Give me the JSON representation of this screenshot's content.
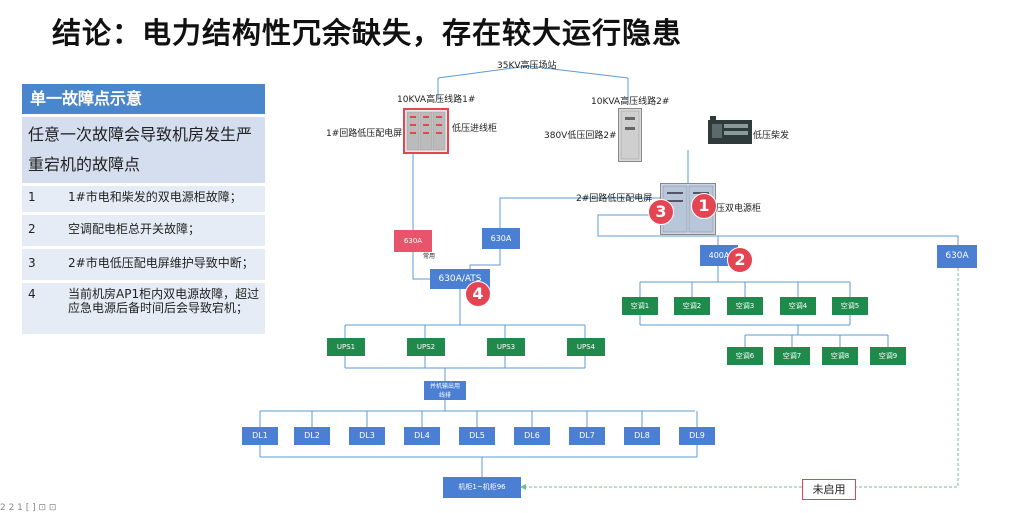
{
  "title": "结论：电力结构性冗余缺失，存在较大运行隐患",
  "panel": {
    "heading": "单一故障点示意",
    "description": "任意一次故障会导致机房发生严重宕机的故障点",
    "items": [
      {
        "num": "1",
        "text": "1#市电和柴发的双电源柜故障；"
      },
      {
        "num": "2",
        "text": "空调配电柜总开关故障；"
      },
      {
        "num": "3",
        "text": "2#市电低压配电屏维护导致中断；"
      },
      {
        "num": "4",
        "text": "当前机房AP1柜内双电源故障，超过应急电源后备时间后会导致宕机；"
      }
    ]
  },
  "diagram": {
    "station": "35KV高压场站",
    "line1": "10KVA高压线路1#",
    "line2": "10KVA高压线路2#",
    "screen1": "1#回路低压配电屏",
    "incoming": "低压进线柜",
    "circuit2": "380V低压回路2#",
    "diesel": "低压柴发",
    "screen2": "2#回路低压配电屏",
    "dual_cabinet": "压双电源柜",
    "breaker_red": "630A",
    "breaker_blue": "630A",
    "breaker_right": "630A",
    "breaker_400": "400A",
    "backup_label": "常用",
    "ats": "630A/ATS",
    "ups": [
      "UPS1",
      "UPS2",
      "UPS3",
      "UPS4"
    ],
    "parallel": "并机输出用\n线排",
    "dl": [
      "DL1",
      "DL2",
      "DL3",
      "DL4",
      "DL5",
      "DL6",
      "DL7",
      "DL8",
      "DL9"
    ],
    "ac_top": [
      "空调1",
      "空调2",
      "空调3",
      "空调4",
      "空调5"
    ],
    "ac_bottom": [
      "空调6",
      "空调7",
      "空调8",
      "空调9"
    ],
    "racks": "机柜1~机柜96",
    "unused": "未启用",
    "badges": [
      "1",
      "2",
      "3",
      "4"
    ]
  },
  "footer": "2  2  1  [ ]  ⊡  ⊡"
}
